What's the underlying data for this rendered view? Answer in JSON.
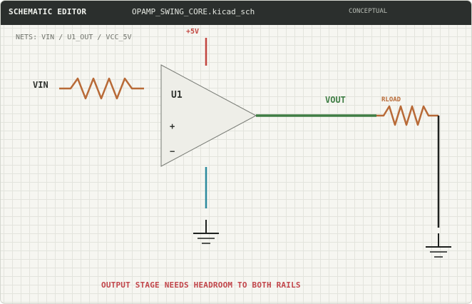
{
  "titlebar": {
    "app_title": "SCHEMATIC EDITOR",
    "file_name": "OPAMP_SWING_CORE.kicad_sch",
    "mode": "CONCEPTUAL"
  },
  "nets_label": "NETS: VIN / U1_OUT / VCC_5V",
  "schematic": {
    "supply_label": "+5V",
    "input_label": "VIN",
    "opamp_ref": "U1",
    "plus_pin": "+",
    "minus_pin": "−",
    "output_label": "VOUT",
    "load_label": "RLOAD",
    "icons": {
      "opamp": "op-amp-triangle-symbol",
      "resistor": "resistor-zigzag-symbol",
      "ground": "ground-symbol"
    }
  },
  "note": "OUTPUT STAGE NEEDS HEADROOM TO BOTH RAILS",
  "colors": {
    "titlebar": "#2b2f2d",
    "supply_wire": "#c2453f",
    "ground_wire": "#2b8a9c",
    "output_wire": "#3f7d44",
    "resistor": "#b86a37",
    "note": "#c1454a"
  }
}
